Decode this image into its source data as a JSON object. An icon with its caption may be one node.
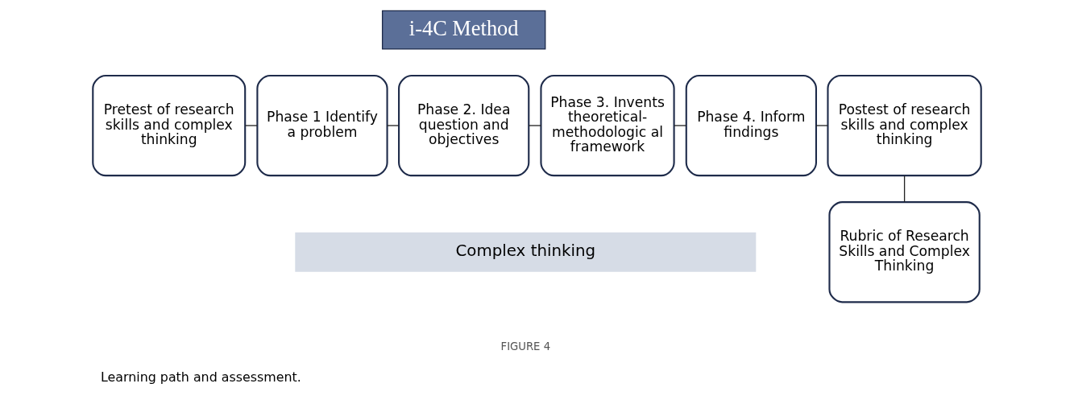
{
  "diagram": {
    "caption": "Learning path and assessment.",
    "nodes": [
      {
        "text": [
          "i-4C Method"
        ]
      },
      {
        "text": [
          "Pretest of research skills and complex thinking"
        ]
      },
      {
        "text": [
          "Phase 1 Identify a problem"
        ]
      },
      {
        "text": [
          "Phase 2. Idea question and objectives"
        ]
      },
      {
        "text": [
          "Phase 3. Invents theoretical-methodologic al framework"
        ]
      },
      {
        "text": [
          "Phase 4. Inform findings"
        ]
      },
      {
        "text": [
          "Postest of research skills and complex thinking"
        ]
      },
      {
        "text": [
          "Rubric of Research Skills and Complex Thinking"
        ]
      },
      {
        "text": [
          "Complex thinking"
        ]
      }
    ],
    "edges": [
      {
        "from": 1,
        "to": 2,
        "arrow": "none"
      },
      {
        "from": 2,
        "to": 3,
        "arrow": "none"
      },
      {
        "from": 3,
        "to": 4,
        "arrow": "none"
      },
      {
        "from": 4,
        "to": 5,
        "arrow": "none"
      },
      {
        "from": 5,
        "to": 6,
        "arrow": "none"
      },
      {
        "from": 6,
        "to": 7,
        "arrow": "none"
      }
    ],
    "labels": [
      "FIGURE 4"
    ]
  }
}
